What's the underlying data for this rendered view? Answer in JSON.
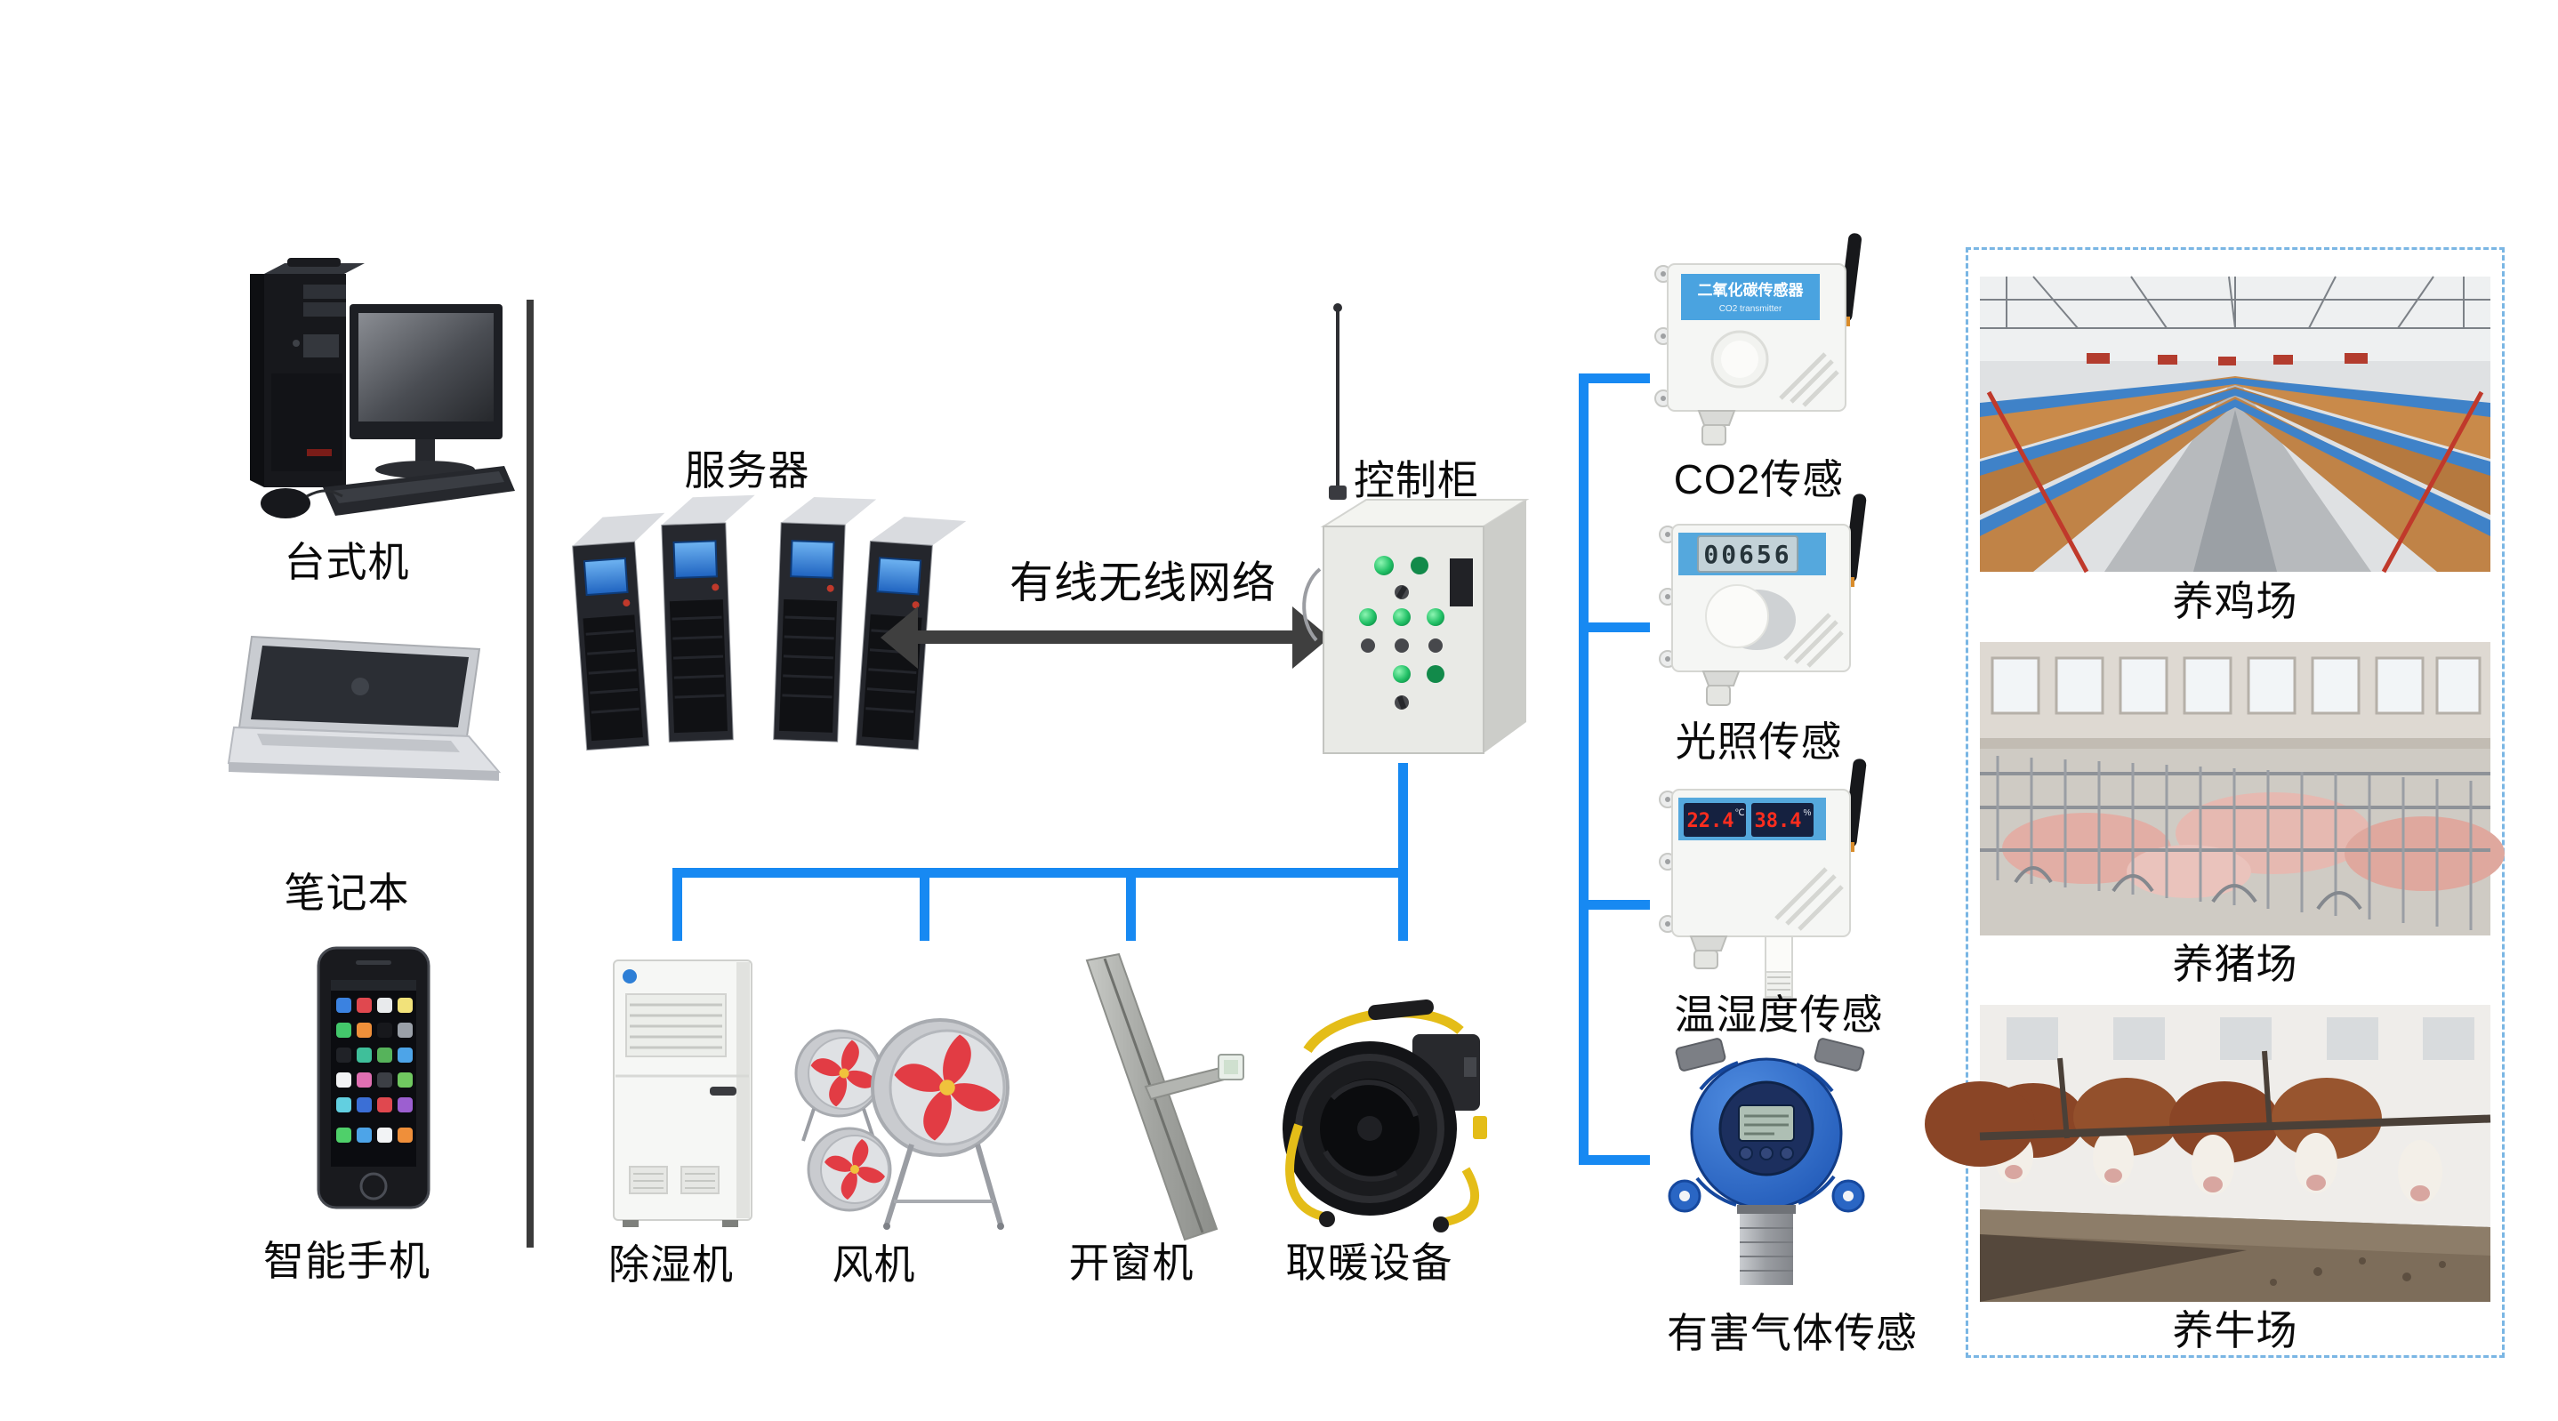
{
  "colors": {
    "accent_blue": "#1789f2",
    "line_dark": "#3b3b3b",
    "panel_border": "#7ab6e4"
  },
  "clients": {
    "desktop": {
      "label": "台式机"
    },
    "laptop": {
      "label": "笔记本"
    },
    "phone": {
      "label": "智能手机"
    }
  },
  "server": {
    "label": "服务器"
  },
  "network": {
    "label": "有线无线网络"
  },
  "cabinet": {
    "label": "控制柜"
  },
  "actuators": {
    "dehumidifier": {
      "label": "除湿机"
    },
    "fan": {
      "label": "风机"
    },
    "window_opener": {
      "label": "开窗机"
    },
    "heater": {
      "label": "取暖设备"
    }
  },
  "sensors": {
    "co2": {
      "label": "CO2传感",
      "device_line1": "二氧化碳传感器",
      "device_line2": "CO2 transmitter"
    },
    "light": {
      "label": "光照传感",
      "display": "00656"
    },
    "temp_humidity": {
      "label": "温湿度传感",
      "temp": "22.4",
      "temp_unit": "℃",
      "humidity": "38.4",
      "humidity_unit": "%"
    },
    "gas": {
      "label": "有害气体传感"
    }
  },
  "farms": {
    "chicken": {
      "label": "养鸡场"
    },
    "pig": {
      "label": "养猪场"
    },
    "cattle": {
      "label": "养牛场"
    }
  }
}
